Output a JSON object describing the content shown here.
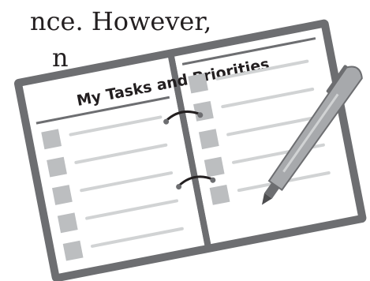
{
  "background_text": {
    "line1": "nce. However,",
    "line2": "n"
  },
  "planner": {
    "title": "My Tasks and Priorities",
    "left_page_rows": 5,
    "right_page_rows": 5,
    "left_page_checked": [
      false,
      false,
      false,
      false,
      false
    ],
    "right_page_checked": [
      false,
      false,
      false,
      false,
      false
    ]
  },
  "icons": {
    "planner": "planner-notebook-icon",
    "pen": "pen-icon",
    "ring": "binder-ring-icon"
  },
  "colors": {
    "frame": "#6d6e71",
    "page": "#ffffff",
    "checkbox": "#bcbec0",
    "lines": "#d1d3d4",
    "ink": "#231f20",
    "pen_body": "#a7a9ac",
    "pen_nib": "#4d4d4f"
  }
}
